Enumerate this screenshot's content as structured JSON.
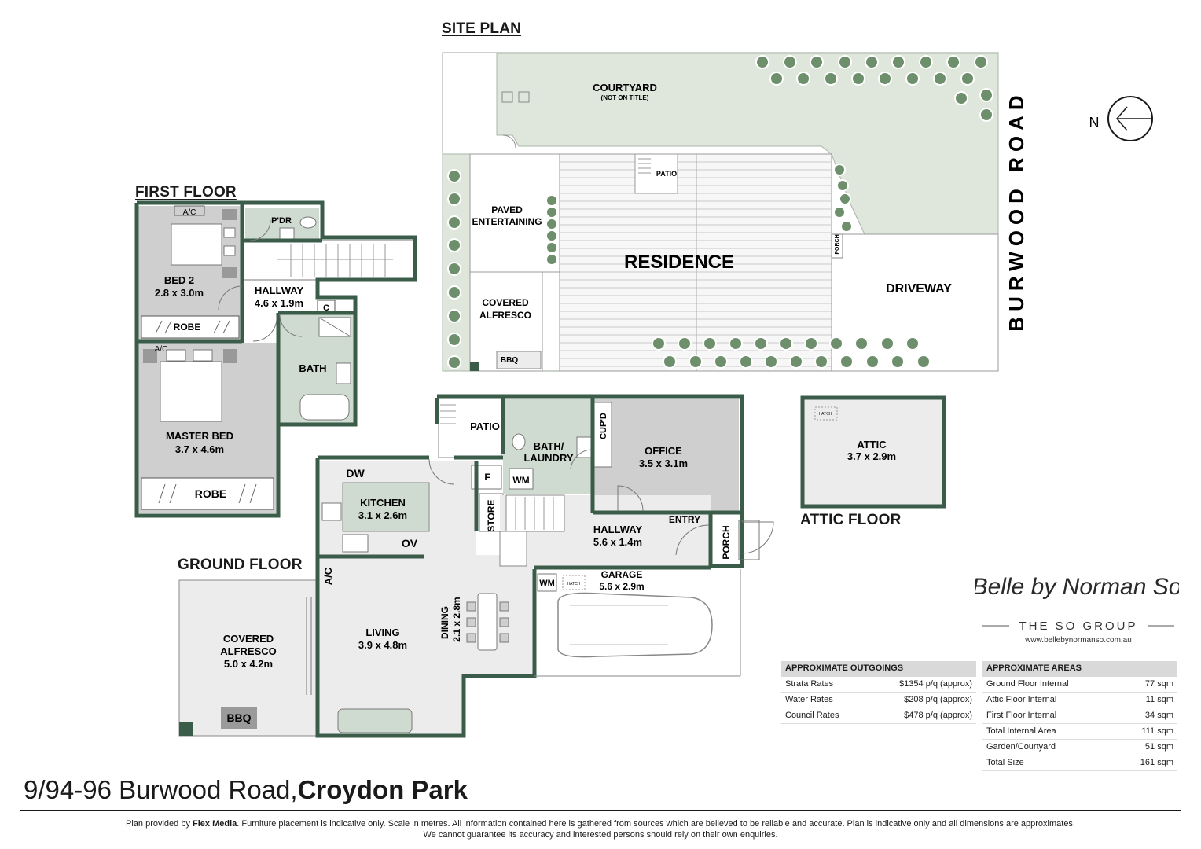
{
  "headings": {
    "site_plan": "SITE PLAN",
    "first_floor": "FIRST FLOOR",
    "ground_floor": "GROUND FLOOR",
    "attic_floor": "ATTIC FLOOR"
  },
  "site_plan": {
    "street": "BURWOOD ROAD",
    "courtyard": "COURTYARD",
    "courtyard_note": "(NOT ON TITLE)",
    "patio": "PATIO",
    "paved_1": "PAVED",
    "paved_2": "ENTERTAINING",
    "residence": "RESIDENCE",
    "porch": "PORCH",
    "driveway": "DRIVEWAY",
    "covered_1": "COVERED",
    "covered_2": "ALFRESCO",
    "bbq": "BBQ"
  },
  "compass": {
    "label": "N"
  },
  "first_floor": {
    "ac_1": "A/C",
    "pdr": "P'DR",
    "bed2_name": "BED 2",
    "bed2_dim": "2.8 x 3.0m",
    "robe_1": "ROBE",
    "hallway_name": "HALLWAY",
    "hallway_dim": "4.6 x 1.9m",
    "c": "C",
    "bath": "BATH",
    "ac_2": "A/C",
    "master_name": "MASTER BED",
    "master_dim": "3.7 x 4.6m",
    "robe_2": "ROBE"
  },
  "ground_floor": {
    "patio": "PATIO",
    "bath_1": "BATH/",
    "bath_2": "LAUNDRY",
    "cupd": "CUP'D",
    "office_name": "OFFICE",
    "office_dim": "3.5 x 3.1m",
    "dw": "DW",
    "f": "F",
    "wm_1": "WM",
    "kitchen_name": "KITCHEN",
    "kitchen_dim": "3.1 x 2.6m",
    "store": "STORE",
    "hallway_name": "HALLWAY",
    "hallway_dim": "5.6 x 1.4m",
    "entry": "ENTRY",
    "porch": "PORCH",
    "ov": "OV",
    "ac": "A/C",
    "wm_2": "WM",
    "hatch": "HATCH",
    "garage_name": "GARAGE",
    "garage_dim": "5.6 x 2.9m",
    "covered_1": "COVERED",
    "covered_2": "ALFRESCO",
    "covered_dim": "5.0 x 4.2m",
    "living_name": "LIVING",
    "living_dim": "3.9 x 4.8m",
    "dining_name": "DINING",
    "dining_dim": "2.1 x 2.8m",
    "bbq": "BBQ"
  },
  "attic": {
    "hatch": "HATCH",
    "name": "ATTIC",
    "dim": "3.7 x 2.9m"
  },
  "branding": {
    "signature": "Belle by Norman So",
    "group": "THE SO GROUP",
    "website": "www.bellebynormanso.com.au"
  },
  "outgoings": {
    "title": "APPROXIMATE OUTGOINGS",
    "rows": [
      {
        "label": "Strata Rates",
        "value": "$1354 p/q (approx)"
      },
      {
        "label": "Water Rates",
        "value": "$208 p/q (approx)"
      },
      {
        "label": "Council Rates",
        "value": "$478 p/q (approx)"
      }
    ]
  },
  "areas": {
    "title": "APPROXIMATE AREAS",
    "rows": [
      {
        "label": "Ground Floor Internal",
        "value": "77 sqm"
      },
      {
        "label": "Attic Floor Internal",
        "value": "11 sqm"
      },
      {
        "label": "First Floor Internal",
        "value": "34 sqm"
      },
      {
        "label": "Total Internal Area",
        "value": "111 sqm"
      },
      {
        "label": "Garden/Courtyard",
        "value": "51 sqm"
      },
      {
        "label": "Total Size",
        "value": "161 sqm"
      }
    ]
  },
  "footer": {
    "address_street": "9/94-96 Burwood Road,",
    "address_suburb": "Croydon Park",
    "disclaimer_prefix": "Plan provided by ",
    "disclaimer_brand": "Flex Media",
    "disclaimer_rest": ". Furniture placement is indicative only. Scale in metres. All information contained here is gathered from sources which are believed to be reliable and accurate. Plan is indicative only and all dimensions are approximates.",
    "disclaimer_line2": "We cannot guarantee its accuracy and interested persons should rely on their own enquiries."
  },
  "colors": {
    "wall": "#3b5c48",
    "room_grey": "#ececec",
    "room_dark": "#cfcfcf",
    "wet_area": "#cfdbd1",
    "garden": "#dfe7dc",
    "tree": "#6d8f6b",
    "bbq_fill": "#9a9a9a"
  }
}
